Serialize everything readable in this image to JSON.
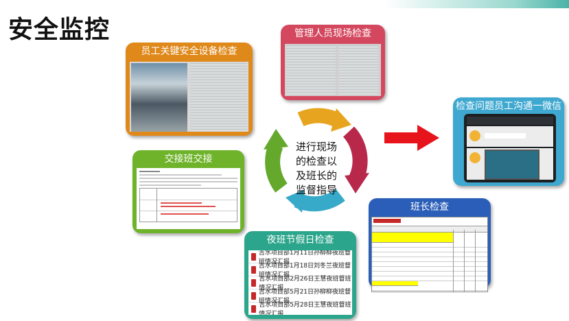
{
  "page_title": "安全监控",
  "center_text": [
    "进行现场",
    "的检查以",
    "及班长的",
    "监督指导"
  ],
  "cards": {
    "staff": {
      "title": "员工关键安全设备检查"
    },
    "mgmt": {
      "title": "管理人员现场检查"
    },
    "wechat": {
      "title": "检查问题员工沟通一微信"
    },
    "handover": {
      "title": "交接班交接"
    },
    "night": {
      "title": "夜班节假日检查",
      "items": [
        "吉水项目部1月11日孙柳柳夜班督班情况汇报",
        "吉水项目部1月18日刘冬兰夜班督班情况汇报",
        "吉水项目部2月26日王慧夜班督班情况汇报",
        "吉水项目部5月21日孙柳柳夜班督班情况汇报",
        "吉水项目部5月28日王慧夜班督班情况汇报"
      ]
    },
    "leader": {
      "title": "班长检查"
    }
  },
  "colors": {
    "staff": "#e0891b",
    "mgmt": "#d4485f",
    "wechat": "#3ea8d0",
    "handover": "#6fb32b",
    "night": "#2ba58b",
    "leader": "#2b5eb8",
    "arrow": "#e8141c"
  }
}
